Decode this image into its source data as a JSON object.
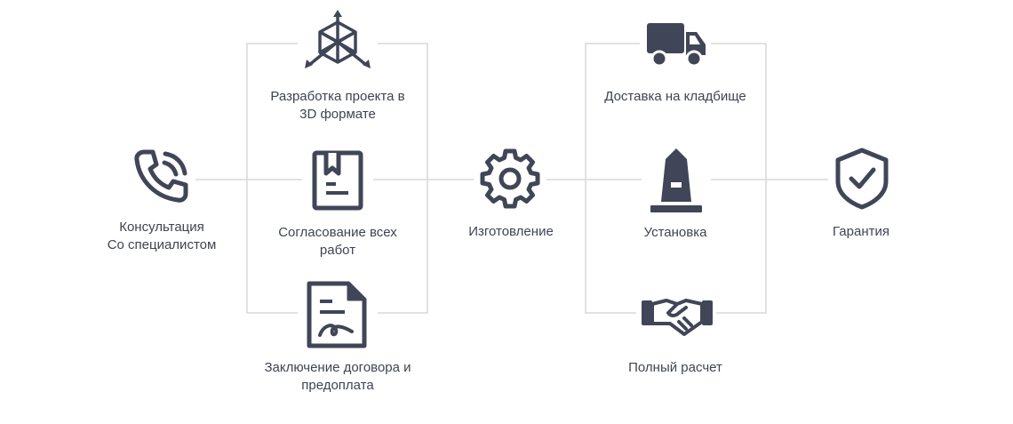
{
  "colors": {
    "icon": "#404657",
    "line": "#d8d8d8",
    "text": "#3f4452"
  },
  "steps": {
    "consult": {
      "icon": "phone-icon",
      "line1": "Консультация",
      "line2": "Со специалистом"
    },
    "design3d": {
      "icon": "3d-cube-icon",
      "line1": "Разработка проекта в",
      "line2": "3D формате"
    },
    "approval": {
      "icon": "document-bookmark-icon",
      "line1": "Согласование всех",
      "line2": "работ"
    },
    "contract": {
      "icon": "signed-contract-icon",
      "line1": "Заключение договора и",
      "line2": "предоплата"
    },
    "production": {
      "icon": "gear-icon",
      "line1": "Изготовление"
    },
    "delivery": {
      "icon": "truck-icon",
      "line1": "Доставка на кладбище"
    },
    "install": {
      "icon": "monument-icon",
      "line1": "Установка"
    },
    "payment": {
      "icon": "handshake-icon",
      "line1": "Полный расчет"
    },
    "warranty": {
      "icon": "shield-check-icon",
      "line1": "Гарантия"
    }
  }
}
